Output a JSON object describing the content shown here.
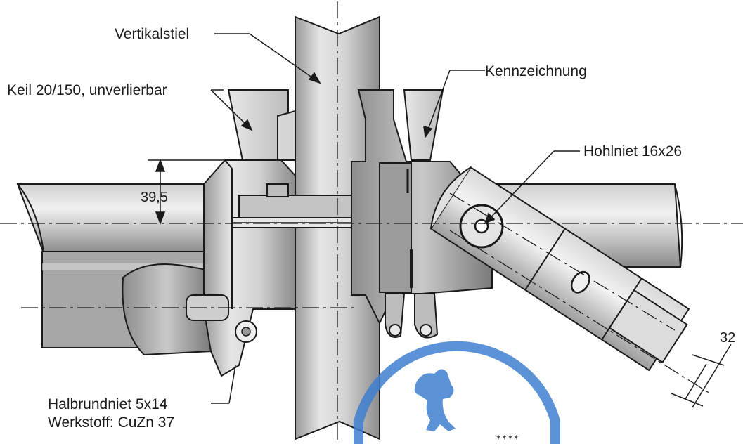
{
  "labels": {
    "vertical_post": "Vertikalstiel",
    "wedge": "Keil 20/150, unverlierbar",
    "marking": "Kennzeichnung",
    "hollow_rivet": "Hohlniet 16x26",
    "half_round_rivet": "Halbrundniet 5x14",
    "material": "Werkstoff: CuZn 37"
  },
  "dimensions": {
    "height": "39,5",
    "diameter": "32"
  },
  "colors": {
    "metal_light": "#e2e2e2",
    "metal_mid": "#b8b8b8",
    "metal_dark": "#7e7e7e",
    "outline": "#1a1a1a",
    "seal_blue": "#3f7fd0"
  },
  "seal": {
    "icon": "berlin-bear-icon"
  }
}
